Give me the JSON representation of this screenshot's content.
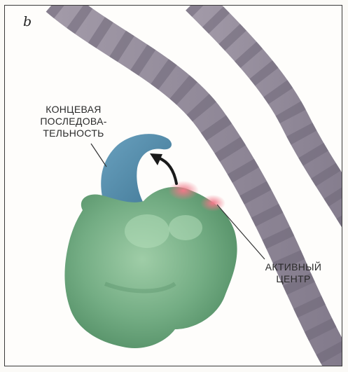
{
  "panel": {
    "letter": "b"
  },
  "labels": {
    "terminal_sequence": [
      "КОНЦЕВАЯ",
      "ПОСЛЕДОВА-",
      "ТЕЛЬНОСТЬ"
    ],
    "active_site": [
      "АКТИВНЫЙ",
      "ЦЕНТР"
    ]
  },
  "colors": {
    "dna_strand": "#8f8795",
    "dna_band_dark": "#6f6878",
    "protein_body": "#6ea67e",
    "terminal_sequence": "#4f88a8",
    "active_site": "#e9727f",
    "arrow": "#1a1a1a"
  }
}
